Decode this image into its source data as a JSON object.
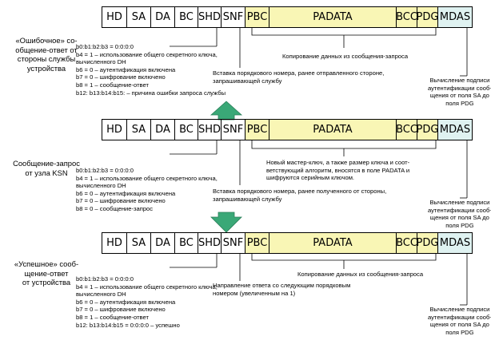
{
  "frames": [
    {
      "fields": [
        "HD",
        "SA",
        "DA",
        "BC",
        "SHD",
        "SNF",
        "PBC",
        "PADATA",
        "BCC",
        "PDG",
        "MDAS"
      ]
    },
    {
      "fields": [
        "HD",
        "SA",
        "DA",
        "BC",
        "SHD",
        "SNF",
        "PBC",
        "PADATA",
        "BCC",
        "PDG",
        "MDAS"
      ]
    },
    {
      "fields": [
        "HD",
        "SA",
        "DA",
        "BC",
        "SHD",
        "SNF",
        "PBC",
        "PADATA",
        "BCC",
        "PDG",
        "MDAS"
      ]
    }
  ],
  "labels": {
    "error_response": "«Ошибочное» со-\nобщение-ответ от\nстороны службы\nустройства",
    "request": "Сообщение-запрос\nот узла KSN",
    "success_response": "«Успешное» сооб-\nщение-ответ\nот устройства"
  },
  "notes": {
    "f1_bits": "b0:b1:b2:b3 = 0:0:0:0\nb4 = 1 – использование общего секретного ключа,\nвычисленного DH\nb6 = 0 – аутентификация включена\nb7 = 0 – шифрование включено\nb8 = 1 – сообщение-ответ\nb12: b13:b14:b15: – причина ошибки запроса службы",
    "f1_snf": "Вставка порядкового номера, ранее отправленного стороне,\nзапрашивающей службу",
    "f1_copy": "Копирование данных из сообщения-запроса",
    "f1_mdas": "Вычисление подписи\nаутентификации сооб-\nщения от поля SA до\nполя PDG",
    "f2_bits": "b0:b1:b2:b3 = 0:0:0:0\nb4 = 1 – использование общего секретного ключа,\nвычисленного DH\nb6 = 0 – аутентификация включена\nb7 = 0 – шифрование включено\nb8 = 0 – сообщение-запрос",
    "f2_snf": "Вставка порядкового номера, ранее полученного от стороны,\nзапрашивающей службу",
    "f2_padata": "Новый мастер-ключ, а также размер ключа и соот-\nветствующий алгоритм, вносятся в поле PADATA и\nшифруются серийным ключом.",
    "f2_mdas": "Вычисление подписи\nаутентификации сооб-\nщения от поля SA до\nполя PDG",
    "f3_bits": "b0:b1:b2:b3 = 0:0:0:0\nb4 = 1 – использование общего секретного ключа,\nвычисленного DH\nb6 = 0 – аутентификация включена\nb7 = 0 – шифрование включено\nb8 = 1 – сообщение-ответ\nb12: b13:b14:b15 = 0:0:0:0 – успешно",
    "f3_snf": "Направление ответа со следующим порядковым\nномером (увеличенным на 1)",
    "f3_copy": "Копирование данных из сообщения-запроса",
    "f3_mdas": "Вычисление подписи\nаутентификации сооб-\nщения от поля SA до\nполя PDG"
  },
  "colors": {
    "payload": "#f9f6b5",
    "signature": "#dff2f1",
    "arrow": "#3aa877",
    "white": "#ffffff"
  }
}
